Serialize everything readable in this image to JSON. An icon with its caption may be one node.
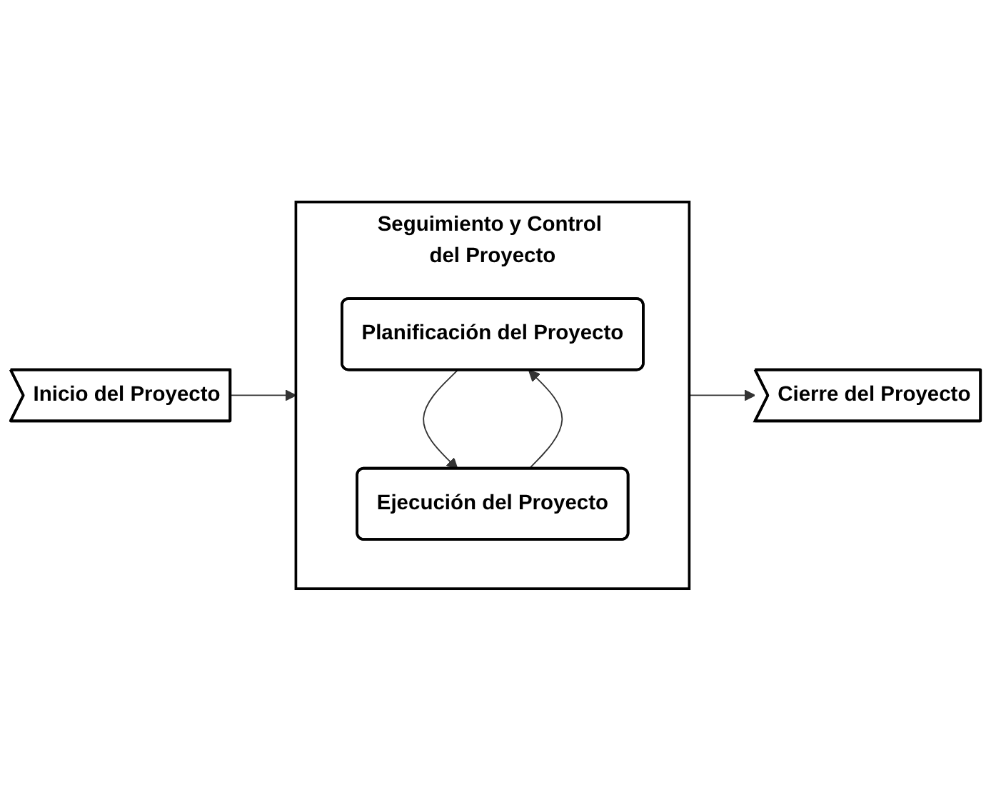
{
  "diagram": {
    "nodes": [
      {
        "text": [
          "Seguimiento y Control del Proyecto"
        ]
      },
      {
        "text": [
          "Planificación del Proyecto"
        ],
        "in": 0
      },
      {
        "text": [
          "Inicio del Proyecto"
        ]
      },
      {
        "text": [
          "Cierre del Proyecto"
        ]
      },
      {
        "text": [
          "Ejecución del Proyecto"
        ],
        "in": 0
      }
    ],
    "edges": [
      {
        "from": 2,
        "to": 0,
        "arrow": "to"
      },
      {
        "from": 0,
        "to": 3,
        "arrow": "to"
      },
      {
        "from": 1,
        "to": 4,
        "arrow": "to"
      },
      {
        "from": 4,
        "to": 1,
        "arrow": "to"
      }
    ]
  }
}
